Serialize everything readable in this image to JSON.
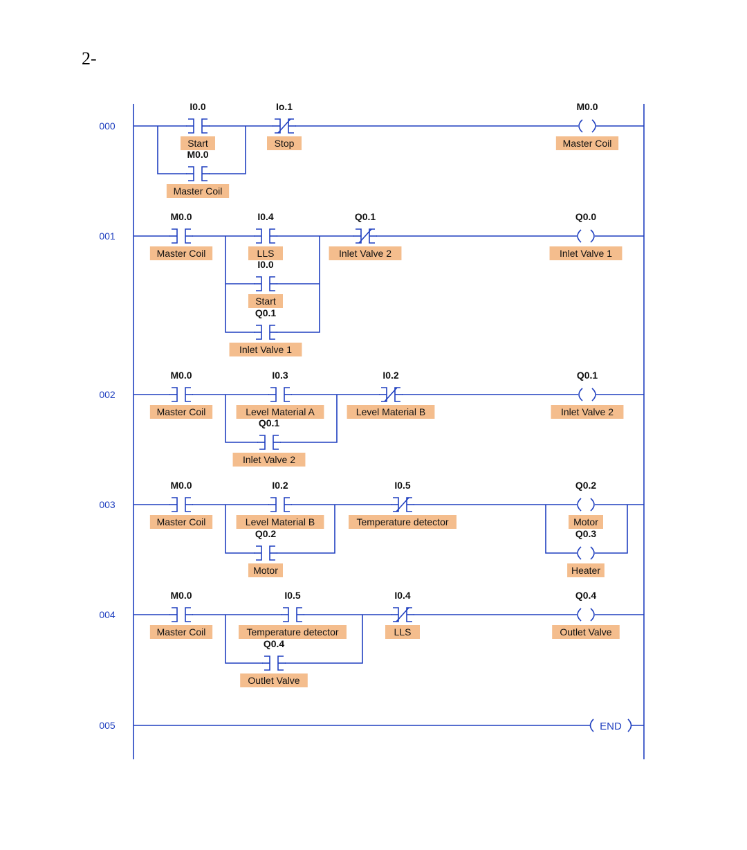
{
  "heading": "2-",
  "colors": {
    "wire": "#1f3fbf",
    "label_bg": "#f4bd8d",
    "address": "#1f3fbf"
  },
  "rungs": [
    {
      "address": "000",
      "contacts": [
        {
          "operand": "I0.0",
          "label": "Start",
          "type": "NO"
        },
        {
          "operand": "M0.0",
          "label": "Master Coil",
          "type": "NO"
        },
        {
          "operand": "Io.1",
          "label": "Stop",
          "type": "NC"
        }
      ],
      "coils": [
        {
          "operand": "M0.0",
          "label": "Master Coil"
        }
      ]
    },
    {
      "address": "001",
      "contacts": [
        {
          "operand": "M0.0",
          "label": "Master Coil",
          "type": "NO"
        },
        {
          "operand": "I0.4",
          "label": "LLS",
          "type": "NO"
        },
        {
          "operand": "I0.0",
          "label": "Start",
          "type": "NO"
        },
        {
          "operand": "Q0.1",
          "label": "Inlet Valve 1",
          "type": "NO"
        },
        {
          "operand": "Q0.1",
          "label": "Inlet Valve 2",
          "type": "NC"
        }
      ],
      "coils": [
        {
          "operand": "Q0.0",
          "label": "Inlet Valve 1"
        }
      ]
    },
    {
      "address": "002",
      "contacts": [
        {
          "operand": "M0.0",
          "label": "Master Coil",
          "type": "NO"
        },
        {
          "operand": "I0.3",
          "label": "Level Material A",
          "type": "NO"
        },
        {
          "operand": "Q0.1",
          "label": "Inlet Valve 2",
          "type": "NO"
        },
        {
          "operand": "I0.2",
          "label": "Level Material B",
          "type": "NC"
        }
      ],
      "coils": [
        {
          "operand": "Q0.1",
          "label": "Inlet Valve 2"
        }
      ]
    },
    {
      "address": "003",
      "contacts": [
        {
          "operand": "M0.0",
          "label": "Master Coil",
          "type": "NO"
        },
        {
          "operand": "I0.2",
          "label": "Level Material B",
          "type": "NO"
        },
        {
          "operand": "Q0.2",
          "label": "Motor",
          "type": "NO"
        },
        {
          "operand": "I0.5",
          "label": "Temperature detector",
          "type": "NC"
        }
      ],
      "coils": [
        {
          "operand": "Q0.2",
          "label": "Motor"
        },
        {
          "operand": "Q0.3",
          "label": "Heater"
        }
      ]
    },
    {
      "address": "004",
      "contacts": [
        {
          "operand": "M0.0",
          "label": "Master Coil",
          "type": "NO"
        },
        {
          "operand": "I0.5",
          "label": "Temperature detector",
          "type": "NO"
        },
        {
          "operand": "Q0.4",
          "label": "Outlet Valve",
          "type": "NO"
        },
        {
          "operand": "I0.4",
          "label": "LLS",
          "type": "NC"
        }
      ],
      "coils": [
        {
          "operand": "Q0.4",
          "label": "Outlet Valve"
        }
      ]
    },
    {
      "address": "005",
      "contacts": [],
      "coils": [
        {
          "operand": "",
          "label": "END"
        }
      ]
    }
  ]
}
